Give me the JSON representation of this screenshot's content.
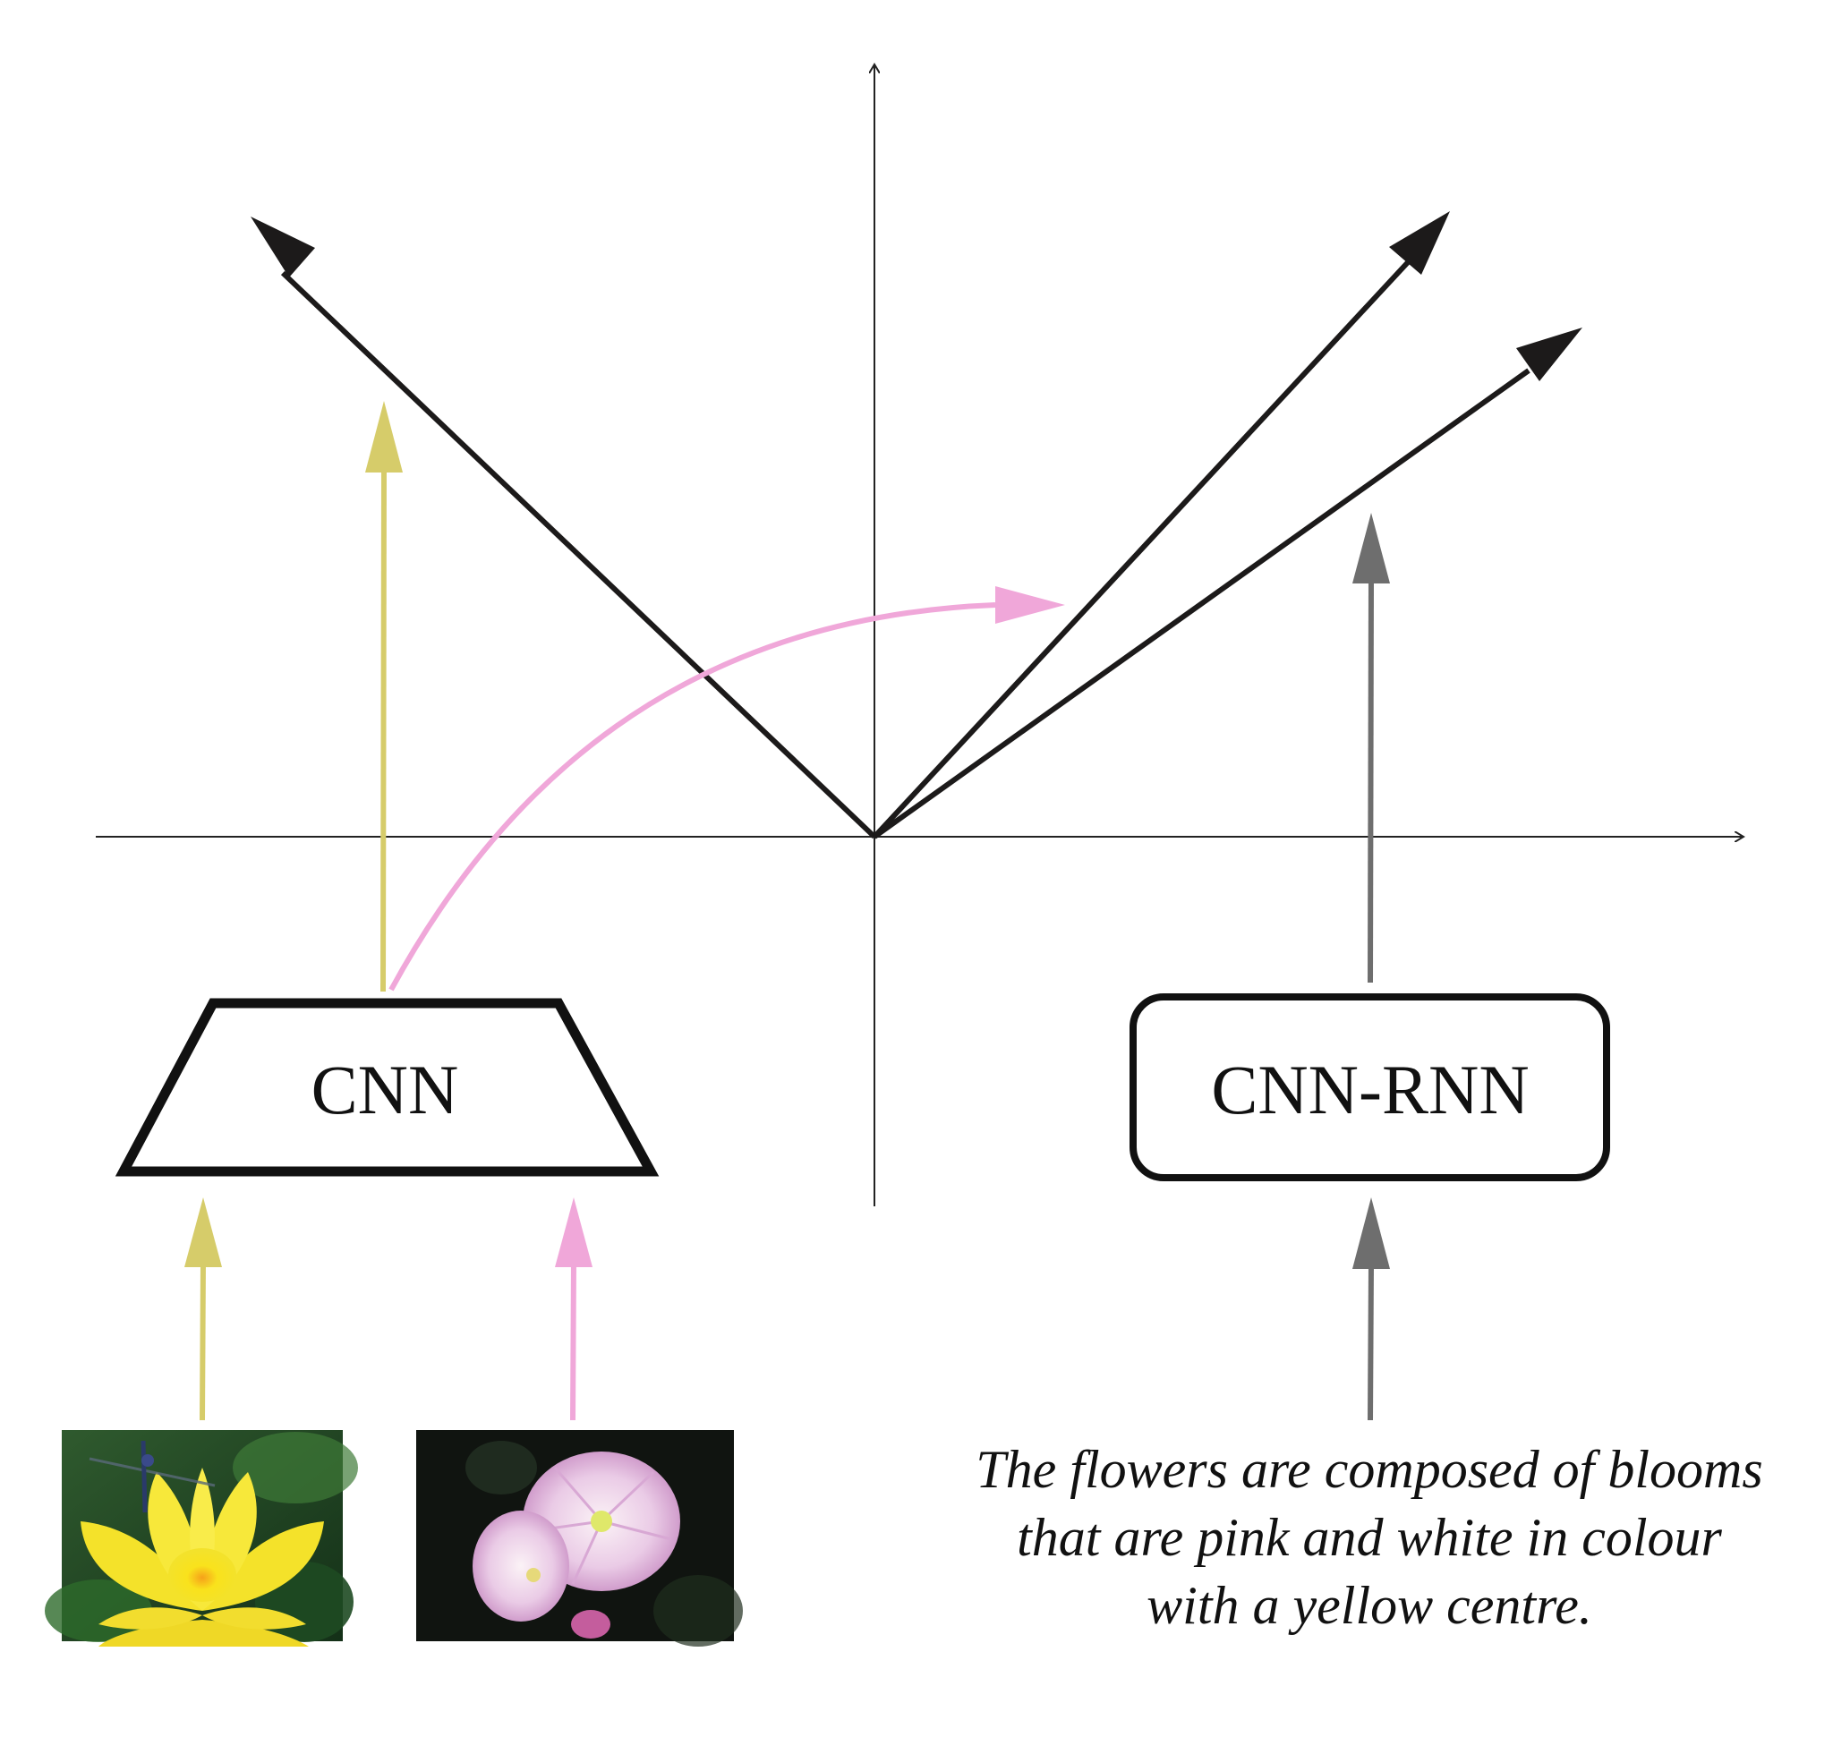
{
  "colors": {
    "image_embedding": "#d6cc6a",
    "pink_pathway": "#f0a7d9",
    "text_pathway": "#6e6e6e",
    "vectors": "#1c1a1a",
    "axes": "#222222",
    "box_stroke": "#111111"
  },
  "image_encoder": {
    "label": "CNN"
  },
  "text_encoder": {
    "label": "CNN-RNN"
  },
  "caption": {
    "line1": "The flowers are composed of blooms",
    "line2": "that are pink and white in colour",
    "line3": "with a yellow centre."
  },
  "images": [
    {
      "name": "yellow-water-lily",
      "description_icon": "flower-photo-icon"
    },
    {
      "name": "pink-evening-primrose",
      "description_icon": "flower-photo-icon"
    }
  ]
}
